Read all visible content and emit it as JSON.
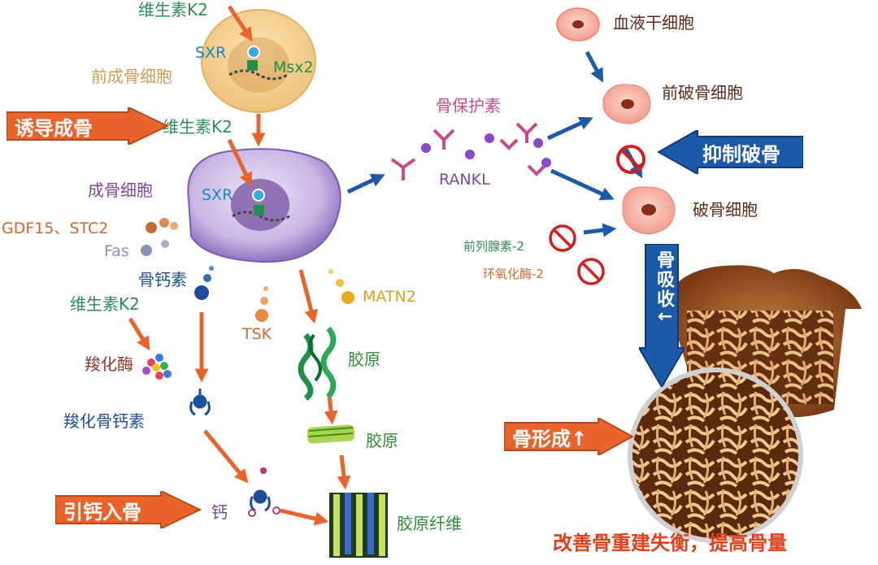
{
  "colors": {
    "orange_arrow": "#e8642c",
    "blue_arrow": "#1c5aa8",
    "green_text": "#2e8b5a",
    "orange_text": "#c86a38",
    "purple_text": "#7a4a9a",
    "blue_text": "#1f4e9a",
    "brown_text": "#8a3a2a",
    "red_title": "#e0401c"
  },
  "labels": {
    "vk2_top": "维生素K2",
    "sxr_top": "SXR",
    "msx2": "Msx2",
    "pre_osteoblast": "前成骨细胞",
    "vk2_mid": "维生素K2",
    "osteoblast": "成骨细胞",
    "sxr_mid": "SXR",
    "gdf_stc": "GDF15、STC2",
    "fas": "Fas",
    "osteocalcin": "骨钙素",
    "vk2_low": "维生素K2",
    "carboxylase": "羧化酶",
    "carboxy_osteocalcin": "羧化骨钙素",
    "calcium": "钙",
    "tsk": "TSK",
    "matn2": "MATN2",
    "collagen1": "胶原",
    "collagen2": "胶原",
    "collagen_fiber": "胶原纤维",
    "opg": "骨保护素",
    "rankl": "RANKL",
    "hsc": "血液干细胞",
    "pre_osteoclast": "前破骨细胞",
    "osteoclast": "破骨细胞",
    "pgE2": "前列腺素-2",
    "cox2": "环氧化酶-2",
    "bottom_title": "改善骨重建失衡，提高骨量"
  },
  "badges": {
    "induce": "诱导成骨",
    "inhibit": "抑制破骨",
    "calcium_in": "引钙入骨",
    "formation": "骨形成↑",
    "resorption": "骨吸收↓"
  }
}
